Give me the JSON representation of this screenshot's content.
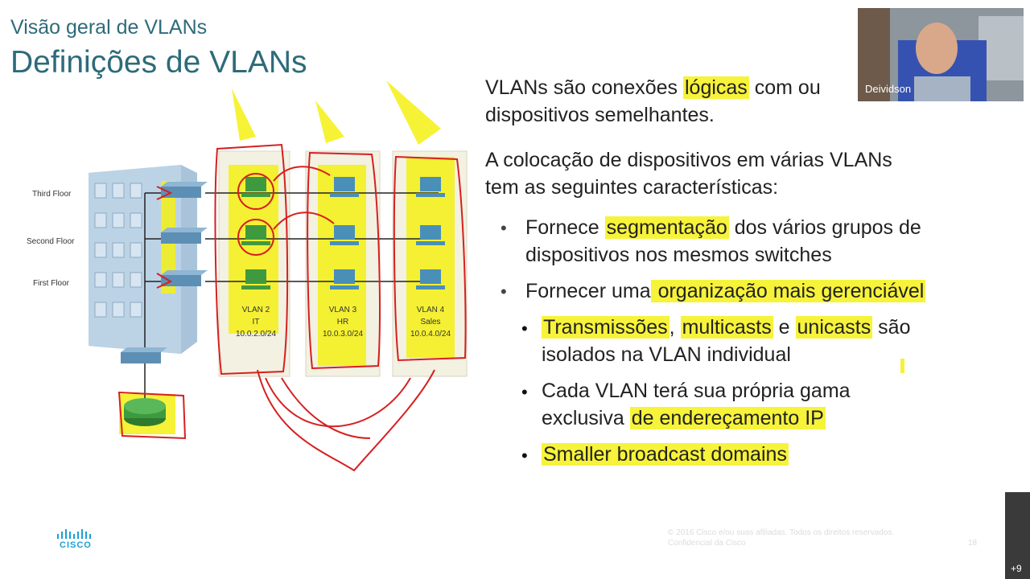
{
  "slide": {
    "subtitle": "Visão geral de VLANs",
    "title": "Definições de VLANs",
    "para1_a": "VLANs são conexões ",
    "para1_hl": "lógicas",
    "para1_b": " com ou",
    "para1_c": "dispositivos semelhantes.",
    "para2_a": "A colocação de dispositivos em várias VLANs",
    "para2_b": "tem as seguintes características:",
    "b1_a": "Fornece ",
    "b1_hl": "segmentação",
    "b1_b": " dos vários grupos de",
    "b1_c": "dispositivos nos mesmos switches",
    "b2_a": "Fornecer uma",
    "b2_hl": " organização mais gerenciável",
    "s1_hl1": "Transmissões",
    "s1_sep1": ", ",
    "s1_hl2": "multicasts",
    "s1_sep2": " e ",
    "s1_hl3": "unicasts",
    "s1_tail": " são",
    "s1_line2": "isolados na VLAN individual",
    "s2_line1": "Cada VLAN terá sua própria gama",
    "s2_a": "exclusiva ",
    "s2_hl": "de endereçamento IP",
    "s3_hl": "Smaller broadcast domains",
    "bullet_char": "•"
  },
  "diagram": {
    "floors": [
      "Third Floor",
      "Second Floor",
      "First Floor"
    ],
    "vlans": [
      {
        "name": "VLAN 2",
        "dept": "IT",
        "net": "10.0.2.0/24"
      },
      {
        "name": "VLAN 3",
        "dept": "HR",
        "net": "10.0.3.0/24"
      },
      {
        "name": "VLAN 4",
        "dept": "Sales",
        "net": "10.0.4.0/24"
      }
    ]
  },
  "video": {
    "participant": "Deividson"
  },
  "footer": {
    "logo": "CISCO",
    "copyright": "© 2016 Cisco e/ou suas afiliadas. Todos os direitos reservados.",
    "confidential": "Confidencial da Cisco",
    "page": "18"
  },
  "overlay": {
    "more": "+9"
  },
  "colors": {
    "title": "#2d6b7a",
    "highlight": "#f7f33a",
    "annotation": "#d62020"
  }
}
